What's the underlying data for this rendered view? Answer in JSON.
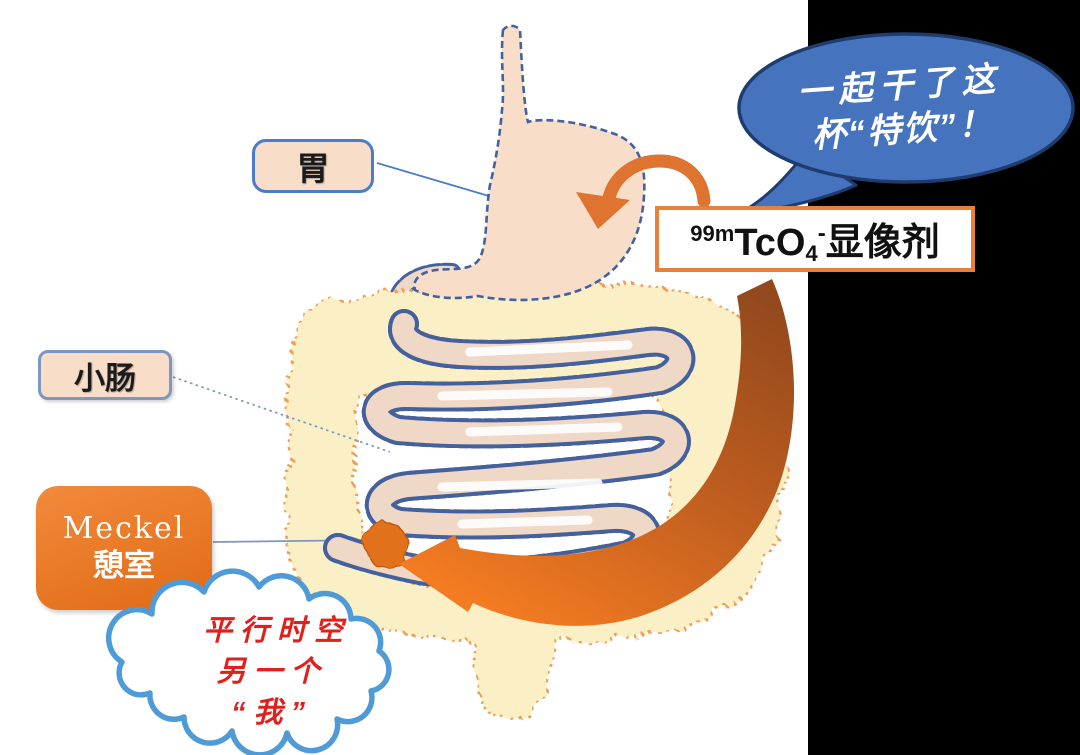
{
  "title": "Meckel diverticulum 99mTc scintigraphy cartoon",
  "labels": {
    "stomach": "胃",
    "small_intestine": "小肠",
    "meckel_line1": "Meckel",
    "meckel_line2": "憩室"
  },
  "tracer_box": {
    "isotope": "99m",
    "formula_main": "TcO",
    "formula_sub": "4",
    "charge": "-",
    "suffix": "显像剂"
  },
  "speech_bubble": {
    "line1": "一起干了这",
    "line2": "杯“特饮”！"
  },
  "thought_cloud": {
    "line1": "平行时空",
    "line2": "另一个",
    "line3": "“我”"
  },
  "colors": {
    "panel_black": "#000000",
    "bubble_fill": "#4573be",
    "bubble_border": "#1e3c6e",
    "bubble_text": "#ffffff",
    "cloud_border": "#4f9bd8",
    "cloud_text": "#e0201c",
    "label_fill": "#f8ddc9",
    "label_border_blue": "#4a7cc7",
    "label_border_gray": "#7e96c0",
    "meckel_grad_top": "#f28a3c",
    "meckel_grad_bottom": "#e06a14",
    "box_border": "#e5813b",
    "stomach_fill": "#f8dec9",
    "outline_navy": "#44619e",
    "intestine_fill": "#efd8c6",
    "colon_fill": "#fbefc6",
    "colon_outline": "#ee9e55",
    "arrow_orange": "#df7330",
    "swoosh_dark": "#94491d",
    "swoosh_bright": "#f37b21",
    "blob_orange": "#e2711c"
  }
}
